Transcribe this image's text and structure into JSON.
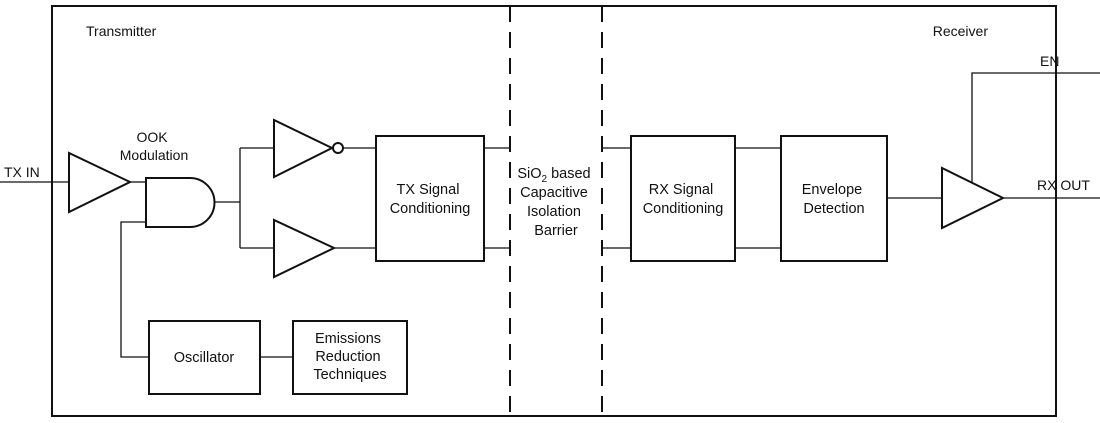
{
  "sections": {
    "transmitter": "Transmitter",
    "receiver": "Receiver"
  },
  "signals": {
    "tx_in": "TX IN",
    "rx_out": "RX OUT",
    "en": "EN"
  },
  "ook_modulation": [
    "OOK",
    "Modulation"
  ],
  "blocks": {
    "tx_signal_conditioning": [
      "TX Signal",
      "Conditioning"
    ],
    "oscillator": [
      "Oscillator"
    ],
    "emissions_reduction": [
      "Emissions",
      "Reduction",
      "Techniques"
    ],
    "rx_signal_conditioning": [
      "RX Signal",
      "Conditioning"
    ],
    "envelope_detection": [
      "Envelope",
      "Detection"
    ]
  },
  "barrier": {
    "line1_prefix": "SiO",
    "line1_subscript": "2",
    "line1_suffix": " based",
    "lines": [
      "Capacitive",
      "Isolation",
      "Barrier"
    ]
  }
}
